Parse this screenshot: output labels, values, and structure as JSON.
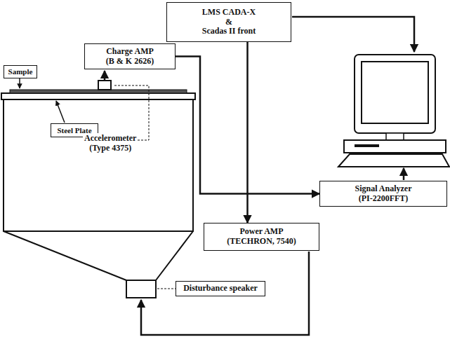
{
  "diagram": {
    "nodes": [
      {
        "text": [
          "LMS CADA-X & Scadas II front"
        ]
      },
      {
        "text": [
          "Charge AMP (B & K 2626)"
        ]
      },
      {
        "text": [
          "Sample"
        ]
      },
      {
        "text": [
          "Steel Plate"
        ]
      },
      {
        "text": [
          "Signal Analyzer (PI-2200FFT)"
        ]
      },
      {
        "text": [
          "Power AMP (TECHRON, 7540)"
        ]
      },
      {
        "text": [
          "Disturbance speaker"
        ]
      }
    ],
    "edges": [
      {
        "from": 0,
        "to": 5,
        "arrow": "to"
      },
      {
        "from": 1,
        "to": 4,
        "arrow": "to"
      }
    ],
    "labels": [
      "Accelerometer (Type 4375)"
    ]
  }
}
